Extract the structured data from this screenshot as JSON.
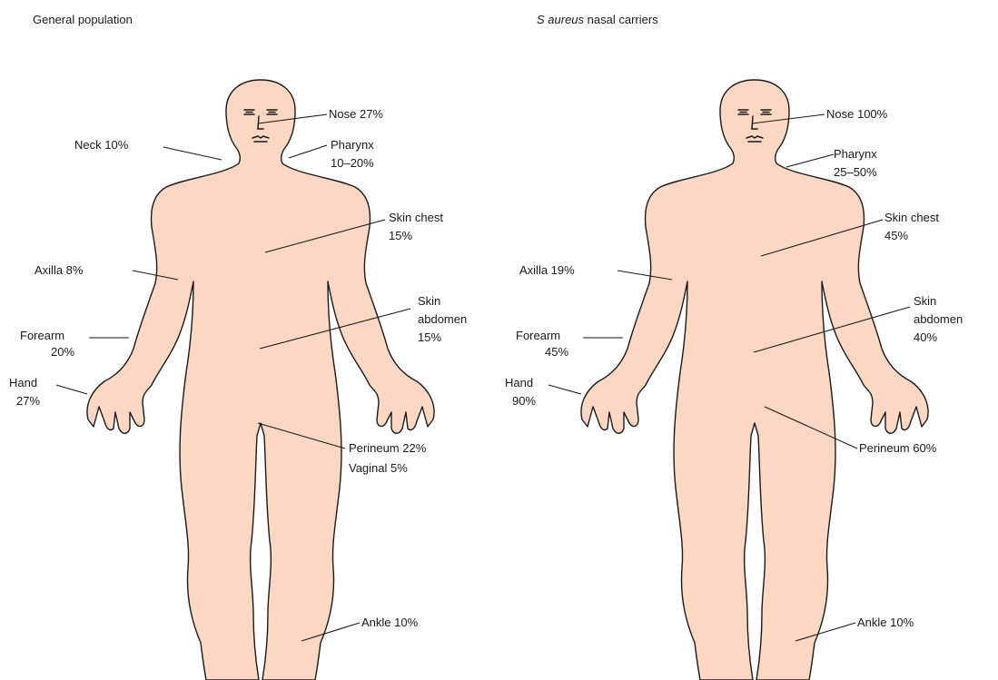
{
  "colors": {
    "skin": "#fcd8c4",
    "outline": "#1a1a1a",
    "background": "#ffffff"
  },
  "figures": [
    {
      "title": "General population",
      "labels": {
        "nose": "Nose 27%",
        "neck": "Neck 10%",
        "pharynx_1": "Pharynx",
        "pharynx_2": "10–20%",
        "chest_1": "Skin chest",
        "chest_2": "15%",
        "axilla": "Axilla 8%",
        "abdomen_1": "Skin",
        "abdomen_2": "abdomen",
        "abdomen_3": "15%",
        "forearm_1": "Forearm",
        "forearm_2": "20%",
        "hand_1": "Hand",
        "hand_2": "27%",
        "perineum": "Perineum 22%",
        "vaginal": "Vaginal 5%",
        "ankle": "Ankle 10%"
      }
    },
    {
      "title_italic": "S aureus",
      "title_rest": " nasal carriers",
      "labels": {
        "nose": "Nose 100%",
        "pharynx_1": "Pharynx",
        "pharynx_2": "25–50%",
        "chest_1": "Skin chest",
        "chest_2": "45%",
        "axilla": "Axilla 19%",
        "abdomen_1": "Skin",
        "abdomen_2": "abdomen",
        "abdomen_3": "40%",
        "forearm_1": "Forearm",
        "forearm_2": "45%",
        "hand_1": "Hand",
        "hand_2": "90%",
        "perineum": "Perineum 60%",
        "ankle": "Ankle 10%"
      }
    }
  ]
}
